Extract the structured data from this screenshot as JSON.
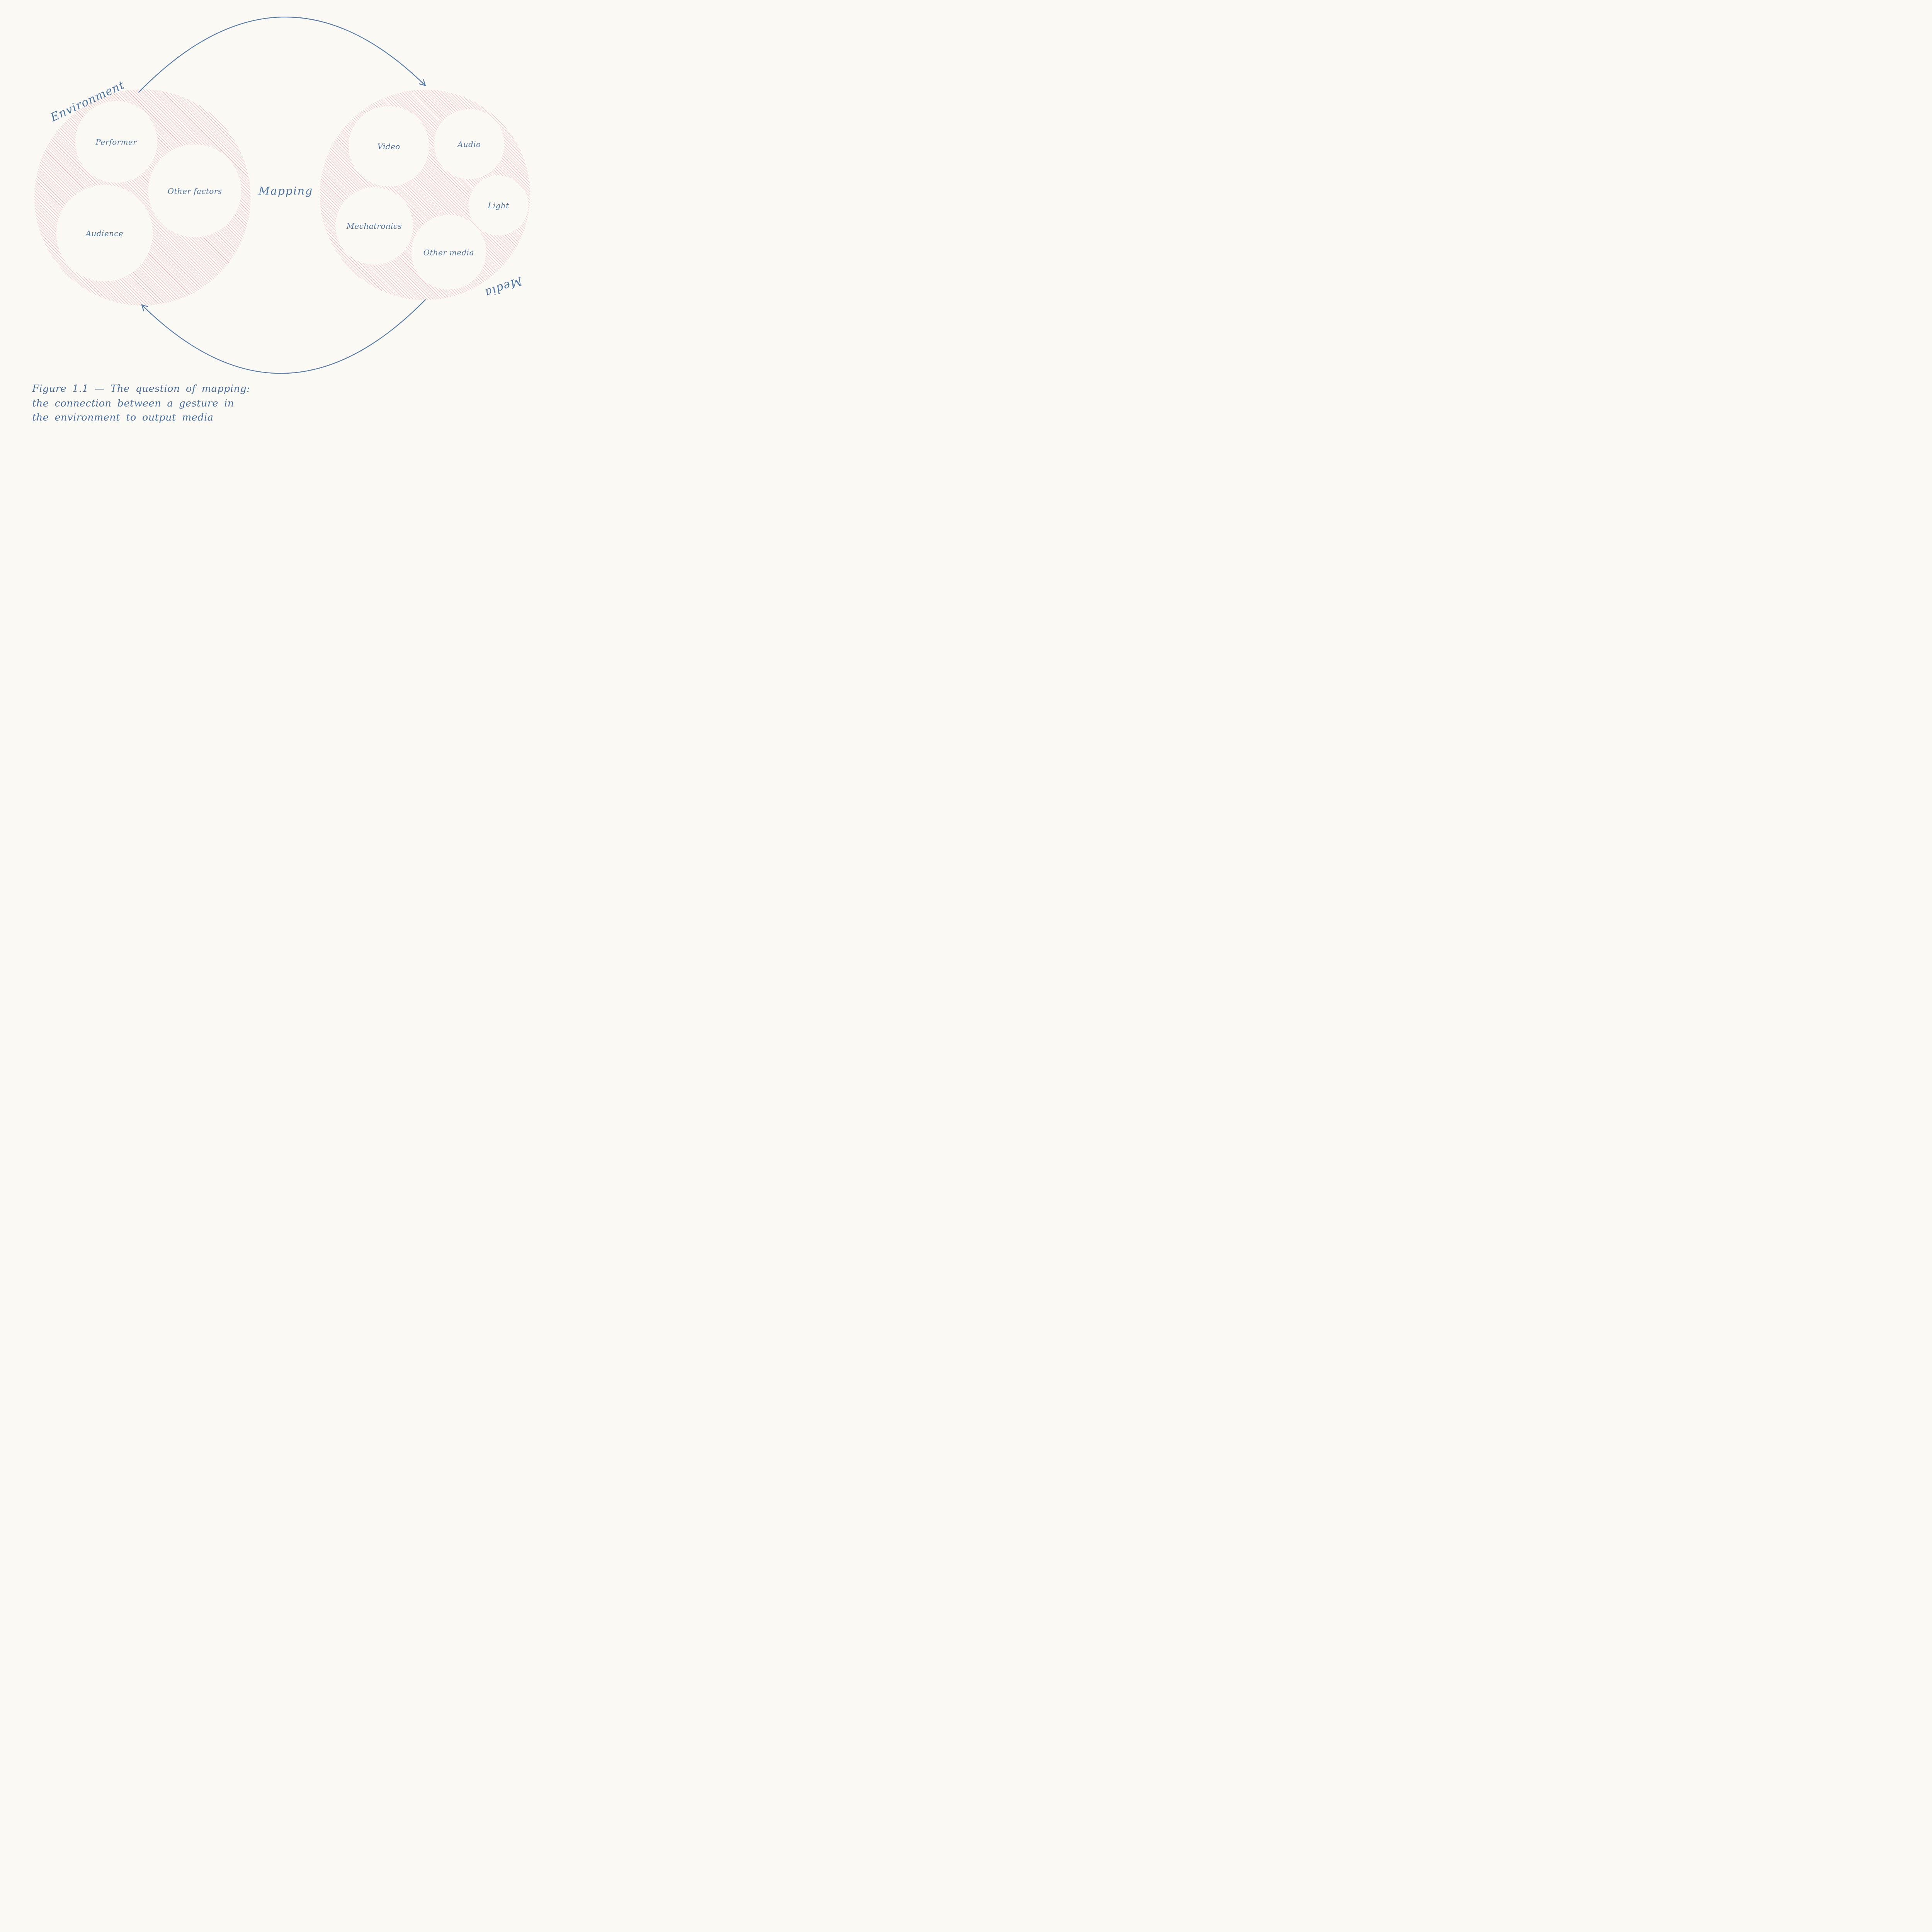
{
  "figure": {
    "mapping_label": "Mapping",
    "environment": {
      "label": "Environment",
      "nodes": [
        "Performer",
        "Other factors",
        "Audience"
      ]
    },
    "media": {
      "label": "Media",
      "nodes": [
        "Video",
        "Audio",
        "Mechatronics",
        "Light",
        "Other media"
      ]
    },
    "caption": {
      "line1": "Figure 1.1 — The question of mapping:",
      "line2": "the connection between a gesture in",
      "line3": "the environment to output media"
    },
    "colors": {
      "paper": "#fbf9f4",
      "hatch_pink": "#e69da7",
      "ink_blue": "#4e74a0",
      "arrow_blue": "#557ca8"
    }
  }
}
